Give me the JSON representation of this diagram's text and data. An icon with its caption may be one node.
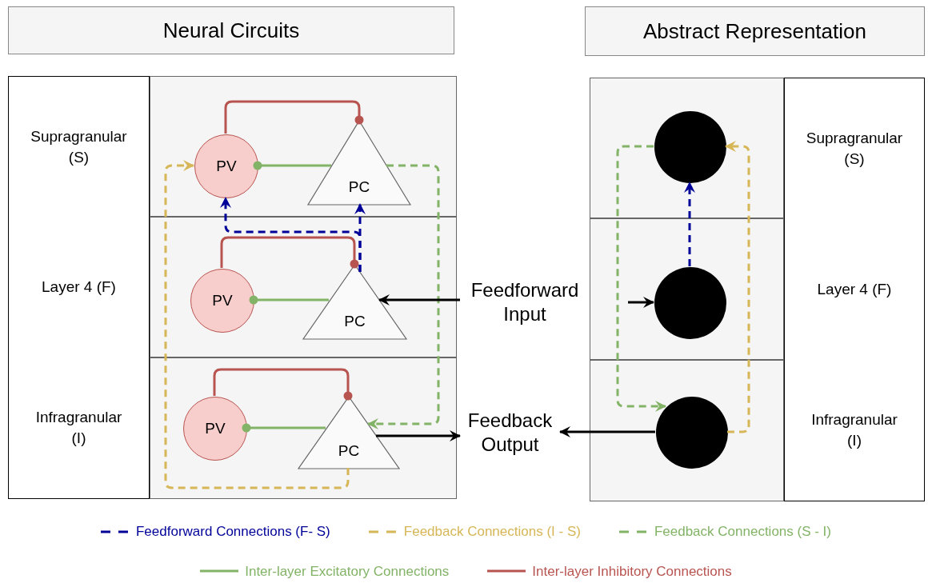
{
  "diagram": {
    "nodes": [
      {
        "text": [
          "Neural Circuits"
        ]
      },
      {
        "text": [
          "Abstract Representation"
        ]
      },
      {
        "text": [
          "Supragranular (S)",
          "Layer 4 (F)",
          "Infragranular (I)"
        ]
      },
      {
        "text": [],
        "shape": "box"
      },
      {
        "text": [
          "PV"
        ],
        "in": 3
      },
      {
        "text": [
          "PC"
        ],
        "in": 3
      },
      {
        "text": [],
        "shape": "box"
      },
      {
        "text": [
          "PV"
        ],
        "in": 6
      },
      {
        "text": [
          "PC"
        ],
        "in": 6
      },
      {
        "text": [],
        "shape": "box"
      },
      {
        "text": [
          "PV"
        ],
        "in": 9
      },
      {
        "text": [
          "PC"
        ],
        "in": 9
      },
      {
        "text": [
          "Feedforward Input"
        ]
      },
      {
        "text": [
          "Feedback Output"
        ]
      },
      {
        "text": [],
        "shape": "box"
      },
      {
        "text": [],
        "shape": "circle",
        "in": 14
      },
      {
        "text": [],
        "shape": "box"
      },
      {
        "text": [],
        "shape": "circle",
        "in": 16
      },
      {
        "text": [],
        "shape": "box"
      },
      {
        "text": [],
        "shape": "circle",
        "in": 18
      },
      {
        "text": [
          "Supragranular (S)",
          "Layer 4 (F)",
          "Infragranular (I)"
        ]
      }
    ],
    "edges": [
      {
        "from": 5,
        "to": 4,
        "arrow": "other",
        "color": "#82b366"
      },
      {
        "from": 4,
        "to": 5,
        "arrow": "other",
        "color": "#b85450"
      },
      {
        "from": 8,
        "to": 7,
        "arrow": "other",
        "color": "#82b366"
      },
      {
        "from": 7,
        "to": 8,
        "arrow": "other",
        "color": "#b85450"
      },
      {
        "from": 11,
        "to": 10,
        "arrow": "other",
        "color": "#82b366"
      },
      {
        "from": 10,
        "to": 11,
        "arrow": "other",
        "color": "#b85450"
      },
      {
        "from": 8,
        "to": 4,
        "arrow": "to",
        "style": "dashed",
        "color": "#000099"
      },
      {
        "from": 8,
        "to": 5,
        "arrow": "to",
        "style": "dashed",
        "color": "#000099"
      },
      {
        "from": 11,
        "to": 4,
        "arrow": "to",
        "style": "dashed",
        "color": "#d6b656"
      },
      {
        "from": 5,
        "to": 11,
        "arrow": "to",
        "style": "dashed",
        "color": "#82b366"
      },
      {
        "from": 12,
        "to": 8,
        "arrow": "to",
        "color": "#000000"
      },
      {
        "from": 11,
        "to": 13,
        "arrow": "to",
        "color": "#000000"
      },
      {
        "from": null,
        "to": 17,
        "arrow": "to",
        "color": "#000000"
      },
      {
        "from": 19,
        "to": 13,
        "arrow": "to",
        "color": "#000000"
      },
      {
        "from": 17,
        "to": 15,
        "arrow": "to",
        "style": "dashed",
        "color": "#000099"
      },
      {
        "from": 15,
        "to": 19,
        "arrow": "to",
        "style": "dashed",
        "color": "#82b366"
      },
      {
        "from": 19,
        "to": 15,
        "arrow": "to",
        "style": "dashed",
        "color": "#d6b656"
      }
    ],
    "legend": [
      {
        "text": "Feedforward Connections (F- S)",
        "color": "#000099"
      },
      {
        "text": "Feedback Connections (I - S)",
        "color": "#d6b656"
      },
      {
        "text": "Feedback Connections (S - I)",
        "color": "#82b366"
      },
      {
        "text": "Inter-layer Excitatory Connections",
        "color": "#82b366"
      },
      {
        "text": "Inter-layer Inhibitory Connections",
        "color": "#b85450"
      }
    ]
  }
}
